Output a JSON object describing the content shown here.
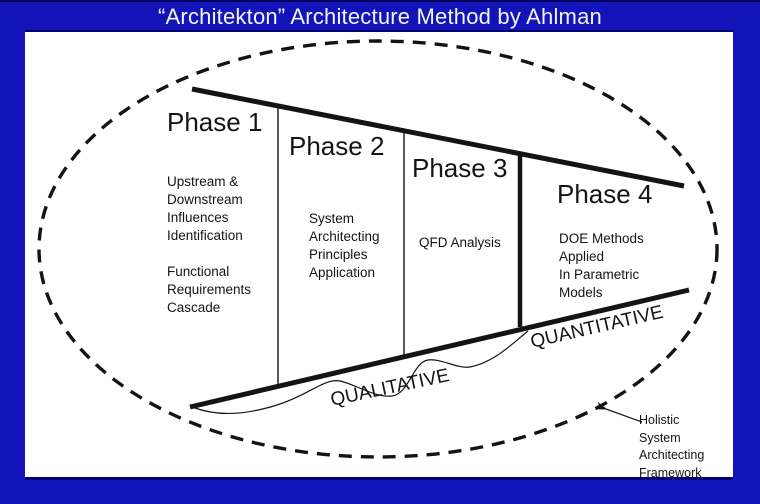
{
  "title": "“Architekton” Architecture Method by Ahlman",
  "colors": {
    "frame_blue": "#1213b9",
    "edge_navy": "#000070",
    "ink": "#141414",
    "canvas_white": "#ffffff"
  },
  "phases": [
    {
      "label": "Phase 1",
      "notes": [
        "Upstream &\nDownstream\nInfluences\nIdentification",
        "Functional\nRequirements\nCascade"
      ]
    },
    {
      "label": "Phase 2",
      "notes": [
        "System\nArchitecting\nPrinciples\nApplication"
      ]
    },
    {
      "label": "Phase 3",
      "notes": [
        "QFD Analysis"
      ]
    },
    {
      "label": "Phase 4",
      "notes": [
        "DOE Methods\nApplied\nIn Parametric\nModels"
      ]
    }
  ],
  "spectrum": {
    "left_label": "QUALITATIVE",
    "right_label": "QUANTITATIVE"
  },
  "callout": {
    "label": "Holistic\nSystem\nArchitecting\nFramework"
  }
}
